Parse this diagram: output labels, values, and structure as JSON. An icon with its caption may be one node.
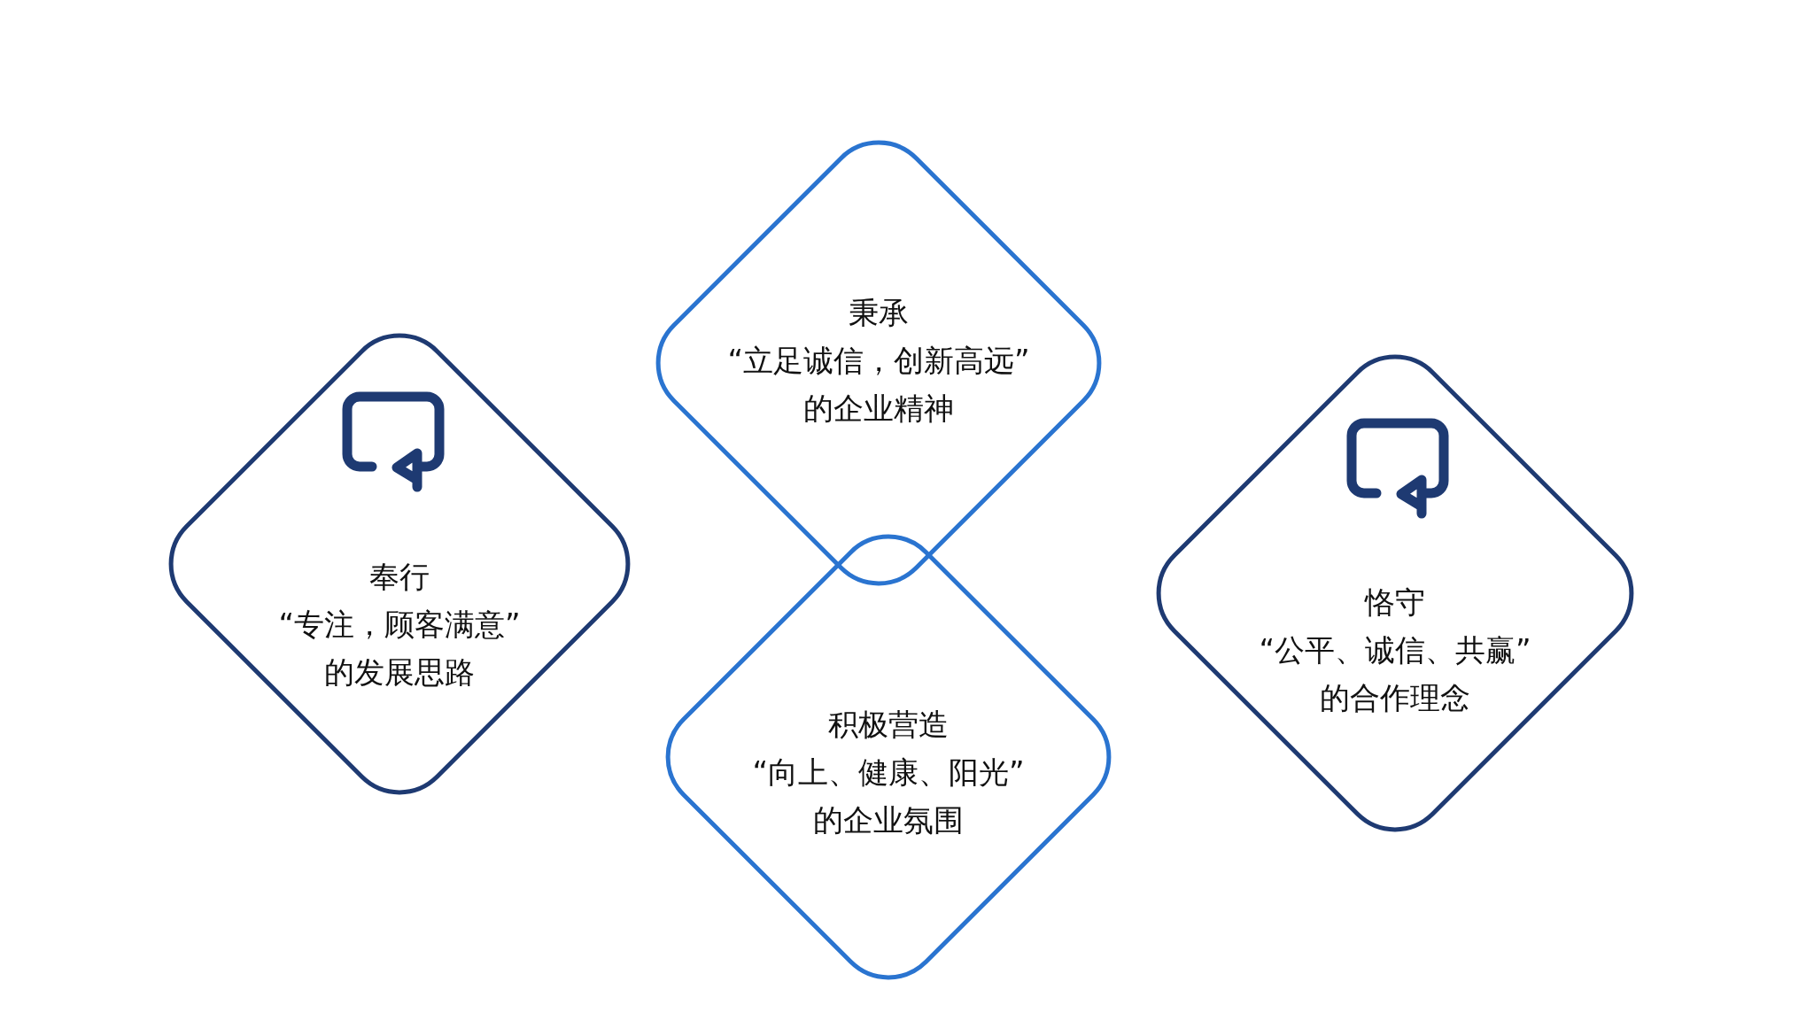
{
  "diagram": {
    "nodes": [
      {
        "text": [
          "奉行",
          "“专注，顾客满意”",
          "的发展思路"
        ]
      },
      {
        "text": [
          "秉承",
          "“立足诚信，创新高远”",
          "的企业精神"
        ]
      },
      {
        "text": [
          "积极营造",
          "“向上、健康、阳光”",
          "的企业氛围"
        ]
      },
      {
        "text": [
          "恪守",
          "“公平、诚信、共赢”",
          "的合作理念"
        ]
      }
    ]
  }
}
